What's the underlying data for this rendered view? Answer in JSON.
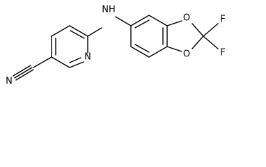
{
  "structure": {
    "atoms": {
      "nitrile_n": "N",
      "pyridine_n": "N",
      "amine": "NH",
      "ring_o_top": "O",
      "ring_o_bottom": "O",
      "fluorine_1": "F",
      "fluorine_2": "F"
    }
  }
}
